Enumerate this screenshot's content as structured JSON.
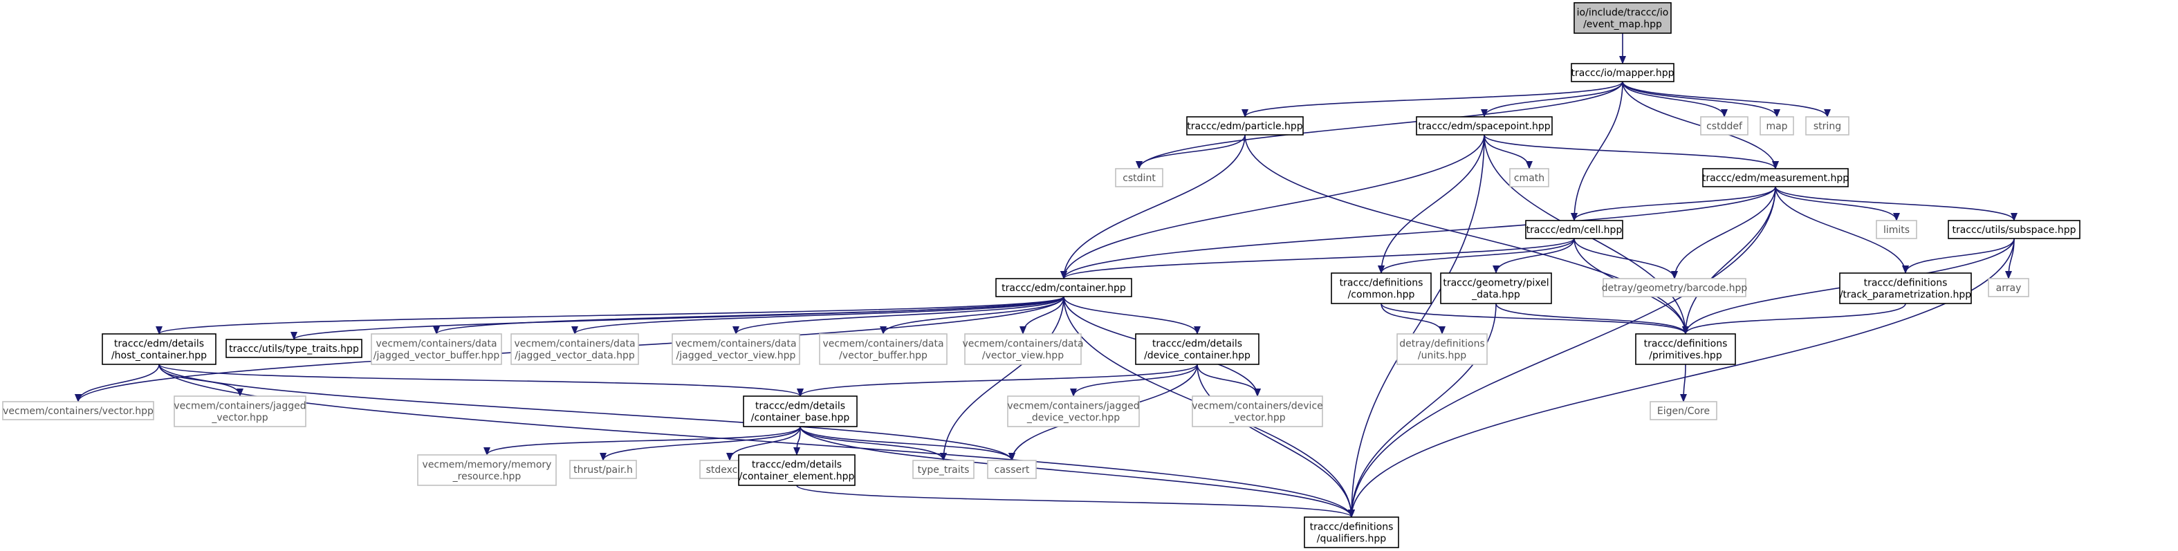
{
  "colors": {
    "edge": "#191970",
    "root_fill": "#bfbfbf",
    "root_stroke": "#000000",
    "local_stroke": "#000000",
    "system_stroke": "#bfbfbf",
    "system_text": "#555555",
    "background": "#ffffff"
  },
  "nodes": [
    {
      "id": "event_map",
      "lines": [
        "io/include/traccc/io",
        "/event_map.hpp"
      ],
      "kind": "root"
    },
    {
      "id": "mapper",
      "lines": [
        "traccc/io/mapper.hpp"
      ],
      "kind": "local"
    },
    {
      "id": "particle",
      "lines": [
        "traccc/edm/particle.hpp"
      ],
      "kind": "local"
    },
    {
      "id": "spacepoint",
      "lines": [
        "traccc/edm/spacepoint.hpp"
      ],
      "kind": "local"
    },
    {
      "id": "cstddef",
      "lines": [
        "cstddef"
      ],
      "kind": "system"
    },
    {
      "id": "map",
      "lines": [
        "map"
      ],
      "kind": "system"
    },
    {
      "id": "string",
      "lines": [
        "string"
      ],
      "kind": "system"
    },
    {
      "id": "cstdint",
      "lines": [
        "cstdint"
      ],
      "kind": "system"
    },
    {
      "id": "cmath",
      "lines": [
        "cmath"
      ],
      "kind": "system"
    },
    {
      "id": "measurement",
      "lines": [
        "traccc/edm/measurement.hpp"
      ],
      "kind": "local"
    },
    {
      "id": "cell",
      "lines": [
        "traccc/edm/cell.hpp"
      ],
      "kind": "local"
    },
    {
      "id": "limits",
      "lines": [
        "limits"
      ],
      "kind": "system"
    },
    {
      "id": "subspace",
      "lines": [
        "traccc/utils/subspace.hpp"
      ],
      "kind": "local"
    },
    {
      "id": "container",
      "lines": [
        "traccc/edm/container.hpp"
      ],
      "kind": "local"
    },
    {
      "id": "def_common",
      "lines": [
        "traccc/definitions",
        "/common.hpp"
      ],
      "kind": "local"
    },
    {
      "id": "pixel_data",
      "lines": [
        "traccc/geometry/pixel",
        "_data.hpp"
      ],
      "kind": "local"
    },
    {
      "id": "barcode",
      "lines": [
        "detray/geometry/barcode.hpp"
      ],
      "kind": "system"
    },
    {
      "id": "array",
      "lines": [
        "array"
      ],
      "kind": "system"
    },
    {
      "id": "track_param",
      "lines": [
        "traccc/definitions",
        "/track_parametrization.hpp"
      ],
      "kind": "local"
    },
    {
      "id": "host_container",
      "lines": [
        "traccc/edm/details",
        "/host_container.hpp"
      ],
      "kind": "local"
    },
    {
      "id": "type_traits_hpp",
      "lines": [
        "traccc/utils/type_traits.hpp"
      ],
      "kind": "local"
    },
    {
      "id": "jv_buffer",
      "lines": [
        "vecmem/containers/data",
        "/jagged_vector_buffer.hpp"
      ],
      "kind": "system"
    },
    {
      "id": "jv_data",
      "lines": [
        "vecmem/containers/data",
        "/jagged_vector_data.hpp"
      ],
      "kind": "system"
    },
    {
      "id": "jv_view",
      "lines": [
        "vecmem/containers/data",
        "/jagged_vector_view.hpp"
      ],
      "kind": "system"
    },
    {
      "id": "v_buffer",
      "lines": [
        "vecmem/containers/data",
        "/vector_buffer.hpp"
      ],
      "kind": "system"
    },
    {
      "id": "v_view",
      "lines": [
        "vecmem/containers/data",
        "/vector_view.hpp"
      ],
      "kind": "system"
    },
    {
      "id": "device_container",
      "lines": [
        "traccc/edm/details",
        "/device_container.hpp"
      ],
      "kind": "local"
    },
    {
      "id": "units",
      "lines": [
        "detray/definitions",
        "/units.hpp"
      ],
      "kind": "system"
    },
    {
      "id": "primitives",
      "lines": [
        "traccc/definitions",
        "/primitives.hpp"
      ],
      "kind": "local"
    },
    {
      "id": "vecmem_vector",
      "lines": [
        "vecmem/containers/vector.hpp"
      ],
      "kind": "system"
    },
    {
      "id": "jagged_vector",
      "lines": [
        "vecmem/containers/jagged",
        "_vector.hpp"
      ],
      "kind": "system"
    },
    {
      "id": "container_base",
      "lines": [
        "traccc/edm/details",
        "/container_base.hpp"
      ],
      "kind": "local"
    },
    {
      "id": "jagged_device_vector",
      "lines": [
        "vecmem/containers/jagged",
        "_device_vector.hpp"
      ],
      "kind": "system"
    },
    {
      "id": "device_vector",
      "lines": [
        "vecmem/containers/device",
        "_vector.hpp"
      ],
      "kind": "system"
    },
    {
      "id": "eigen_core",
      "lines": [
        "Eigen/Core"
      ],
      "kind": "system"
    },
    {
      "id": "memory_resource",
      "lines": [
        "vecmem/memory/memory",
        "_resource.hpp"
      ],
      "kind": "system"
    },
    {
      "id": "thrust_pair",
      "lines": [
        "thrust/pair.h"
      ],
      "kind": "system"
    },
    {
      "id": "stdexcept",
      "lines": [
        "stdexcept"
      ],
      "kind": "system"
    },
    {
      "id": "container_element",
      "lines": [
        "traccc/edm/details",
        "/container_element.hpp"
      ],
      "kind": "local"
    },
    {
      "id": "type_traits",
      "lines": [
        "type_traits"
      ],
      "kind": "system"
    },
    {
      "id": "cassert",
      "lines": [
        "cassert"
      ],
      "kind": "system"
    },
    {
      "id": "qualifiers",
      "lines": [
        "traccc/definitions",
        "/qualifiers.hpp"
      ],
      "kind": "local"
    }
  ],
  "edges": [
    [
      "event_map",
      "mapper"
    ],
    [
      "mapper",
      "particle"
    ],
    [
      "mapper",
      "spacepoint"
    ],
    [
      "mapper",
      "cstddef"
    ],
    [
      "mapper",
      "map"
    ],
    [
      "mapper",
      "string"
    ],
    [
      "mapper",
      "cstdint"
    ],
    [
      "mapper",
      "measurement"
    ],
    [
      "mapper",
      "cell"
    ],
    [
      "particle",
      "cstdint"
    ],
    [
      "particle",
      "container"
    ],
    [
      "particle",
      "primitives"
    ],
    [
      "spacepoint",
      "measurement"
    ],
    [
      "spacepoint",
      "container"
    ],
    [
      "spacepoint",
      "cmath"
    ],
    [
      "spacepoint",
      "def_common"
    ],
    [
      "spacepoint",
      "primitives"
    ],
    [
      "spacepoint",
      "qualifiers"
    ],
    [
      "measurement",
      "cell"
    ],
    [
      "measurement",
      "container"
    ],
    [
      "measurement",
      "limits"
    ],
    [
      "measurement",
      "subspace"
    ],
    [
      "measurement",
      "barcode"
    ],
    [
      "measurement",
      "track_param"
    ],
    [
      "measurement",
      "primitives"
    ],
    [
      "measurement",
      "qualifiers"
    ],
    [
      "cell",
      "container"
    ],
    [
      "cell",
      "def_common"
    ],
    [
      "cell",
      "pixel_data"
    ],
    [
      "cell",
      "barcode"
    ],
    [
      "cell",
      "primitives"
    ],
    [
      "subspace",
      "array"
    ],
    [
      "subspace",
      "track_param"
    ],
    [
      "subspace",
      "primitives"
    ],
    [
      "subspace",
      "qualifiers"
    ],
    [
      "def_common",
      "units"
    ],
    [
      "def_common",
      "primitives"
    ],
    [
      "pixel_data",
      "primitives"
    ],
    [
      "pixel_data",
      "qualifiers"
    ],
    [
      "track_param",
      "primitives"
    ],
    [
      "primitives",
      "eigen_core"
    ],
    [
      "container",
      "host_container"
    ],
    [
      "container",
      "type_traits_hpp"
    ],
    [
      "container",
      "jv_buffer"
    ],
    [
      "container",
      "jv_data"
    ],
    [
      "container",
      "jv_view"
    ],
    [
      "container",
      "v_buffer"
    ],
    [
      "container",
      "v_view"
    ],
    [
      "container",
      "device_container"
    ],
    [
      "container",
      "vecmem_vector"
    ],
    [
      "container",
      "type_traits"
    ],
    [
      "container",
      "device_vector"
    ],
    [
      "container",
      "qualifiers"
    ],
    [
      "host_container",
      "vecmem_vector"
    ],
    [
      "host_container",
      "jagged_vector"
    ],
    [
      "host_container",
      "container_base"
    ],
    [
      "host_container",
      "cassert"
    ],
    [
      "host_container",
      "qualifiers"
    ],
    [
      "device_container",
      "container_base"
    ],
    [
      "device_container",
      "jagged_device_vector"
    ],
    [
      "device_container",
      "device_vector"
    ],
    [
      "device_container",
      "cassert"
    ],
    [
      "device_container",
      "qualifiers"
    ],
    [
      "container_base",
      "memory_resource"
    ],
    [
      "container_base",
      "thrust_pair"
    ],
    [
      "container_base",
      "stdexcept"
    ],
    [
      "container_base",
      "container_element"
    ],
    [
      "container_base",
      "type_traits"
    ],
    [
      "container_base",
      "cassert"
    ],
    [
      "container_base",
      "qualifiers"
    ],
    [
      "container_element",
      "qualifiers"
    ]
  ]
}
